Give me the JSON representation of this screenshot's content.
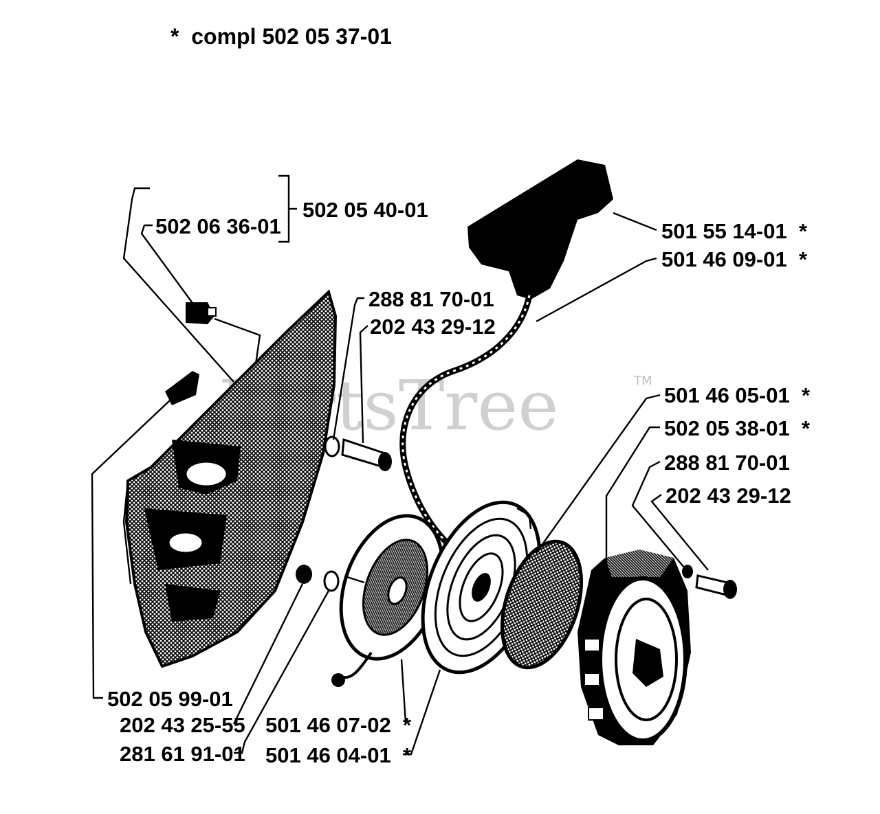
{
  "header": {
    "note": "*  compl 502 05 37-01"
  },
  "watermark": {
    "text": "PartsTree",
    "tm": "TM"
  },
  "colors": {
    "ink": "#000000",
    "watermark": "#bdbdbd",
    "background": "#ffffff"
  },
  "labels": {
    "l1": "502 05 40-01",
    "l2": "502 06 36-01",
    "l3": "501 55 14-01  *",
    "l4": "501 46 09-01  *",
    "l5": "288 81 70-01",
    "l6": "202 43 29-12",
    "l7": "501 46 05-01  *",
    "l8": "502 05 38-01  *",
    "l9": "288 81 70-01",
    "l10": "202 43 29-12",
    "l11": "502 05 99-01",
    "l12": "202 43 25-55",
    "l13": "281 61 91-01",
    "l14": "501 46 07-02  *",
    "l15": "501 46 04-01  *"
  }
}
